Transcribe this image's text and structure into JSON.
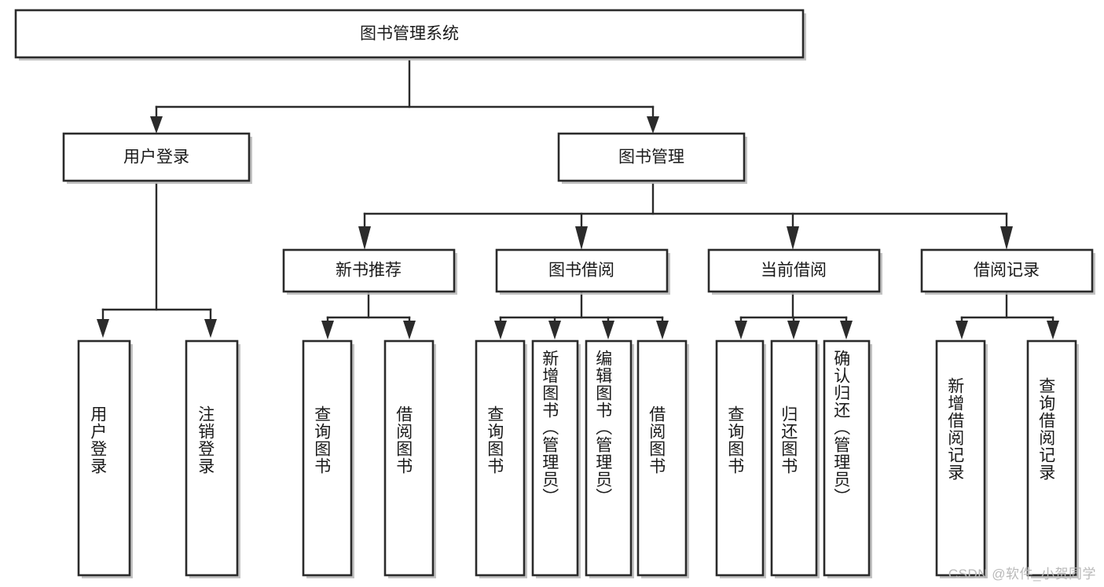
{
  "diagram": {
    "type": "tree",
    "title": "图书管理系统",
    "watermark": "CSDN @软件_小贺同学",
    "colors": {
      "background": "#ffffff",
      "stroke": "#2b2b2b",
      "shadow": "#b8b8b8",
      "text": "#1a1a1a",
      "watermark": "#b9b9b9"
    },
    "levels": {
      "root": {
        "label": "图书管理系统"
      },
      "level2": [
        {
          "label": "用户登录"
        },
        {
          "label": "图书管理"
        }
      ],
      "level3": [
        {
          "label": "新书推荐"
        },
        {
          "label": "图书借阅"
        },
        {
          "label": "当前借阅"
        },
        {
          "label": "借阅记录"
        }
      ],
      "leaves": [
        {
          "label": "用户登录",
          "parent": "用户登录"
        },
        {
          "label": "注销登录",
          "parent": "用户登录"
        },
        {
          "label": "查询图书",
          "parent": "新书推荐"
        },
        {
          "label": "借阅图书",
          "parent": "新书推荐"
        },
        {
          "label": "查询图书",
          "parent": "图书借阅"
        },
        {
          "label": "新增图书（管理员）",
          "parent": "图书借阅"
        },
        {
          "label": "编辑图书（管理员）",
          "parent": "图书借阅"
        },
        {
          "label": "借阅图书",
          "parent": "图书借阅"
        },
        {
          "label": "查询图书",
          "parent": "当前借阅"
        },
        {
          "label": "归还图书",
          "parent": "当前借阅"
        },
        {
          "label": "确认归还（管理员）",
          "parent": "当前借阅"
        },
        {
          "label": "新增借阅记录",
          "parent": "借阅记录"
        },
        {
          "label": "查询借阅记录",
          "parent": "借阅记录"
        }
      ]
    }
  }
}
